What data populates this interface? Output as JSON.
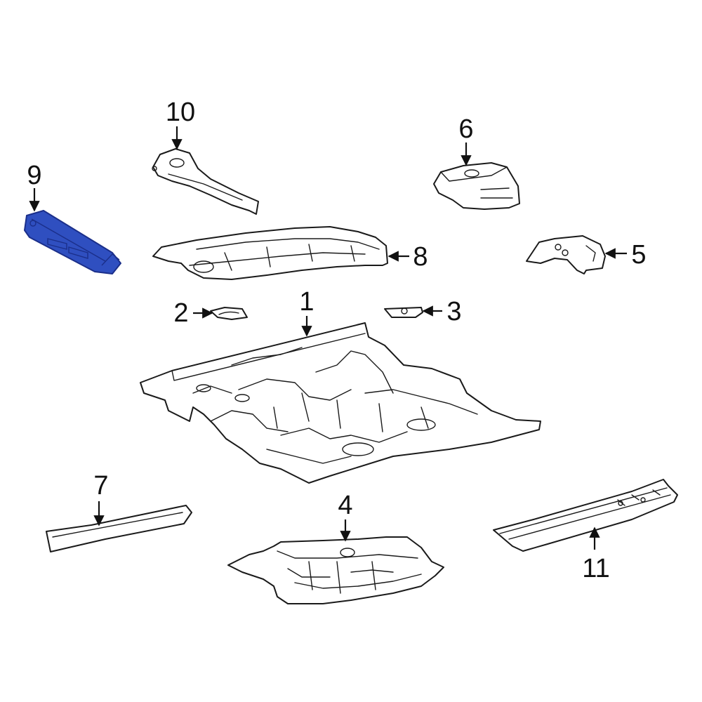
{
  "diagram": {
    "highlight_color": "#2f4fc0",
    "highlight_stroke": "#1b2f8a",
    "callouts": [
      {
        "id": "1",
        "label": "1"
      },
      {
        "id": "2",
        "label": "2"
      },
      {
        "id": "3",
        "label": "3"
      },
      {
        "id": "4",
        "label": "4"
      },
      {
        "id": "5",
        "label": "5"
      },
      {
        "id": "6",
        "label": "6"
      },
      {
        "id": "7",
        "label": "7"
      },
      {
        "id": "8",
        "label": "8"
      },
      {
        "id": "9",
        "label": "9"
      },
      {
        "id": "10",
        "label": "10"
      },
      {
        "id": "11",
        "label": "11"
      }
    ],
    "highlighted_part": "9"
  }
}
